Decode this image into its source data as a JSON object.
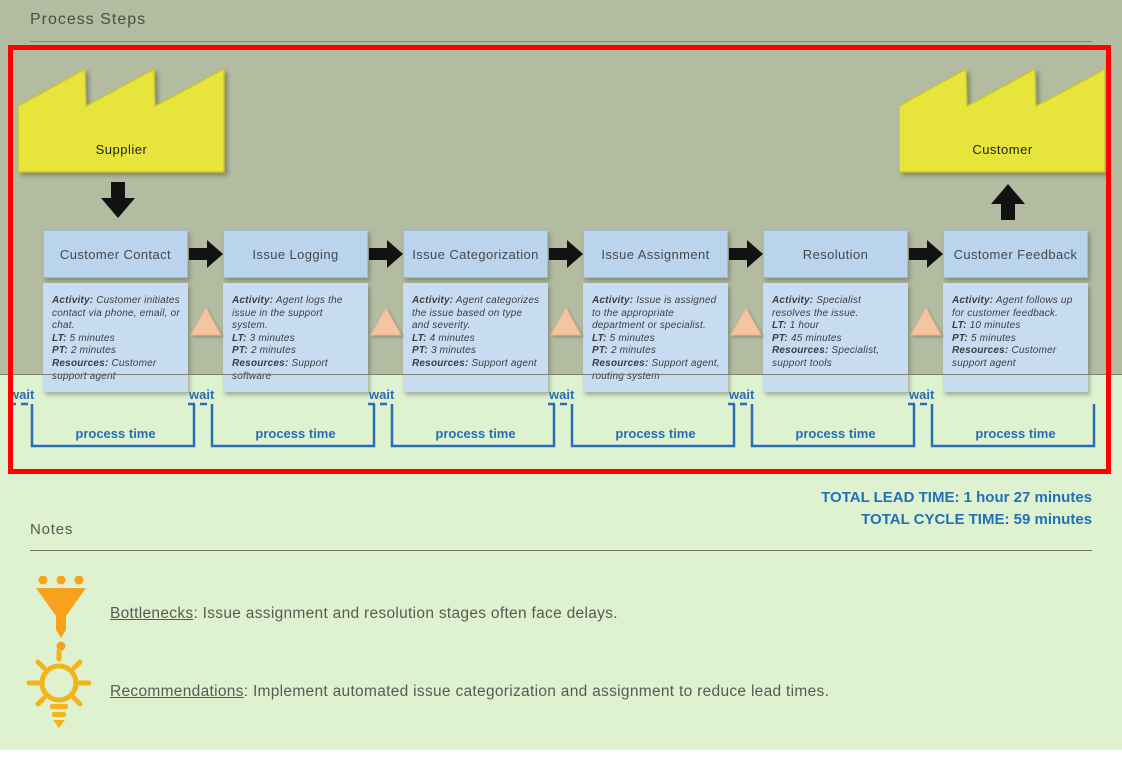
{
  "page": {
    "title": "Process Steps"
  },
  "colors": {
    "top_background": "#b3bca1",
    "bottom_background": "#def2d0",
    "frame_red": "#fe0202",
    "box_blue": "#bad4eb",
    "detail_blue": "#c7dbf1",
    "factory_yellow": "#e7e43b",
    "triangle_peach": "#f5c5a2",
    "timeline_blue": "#2a6db2",
    "totals_blue": "#2271b8",
    "icon_orange": "#f7a21d",
    "bulb_amber": "#f5b31b"
  },
  "supplier": {
    "label": "Supplier"
  },
  "customer": {
    "label": "Customer"
  },
  "field_labels": {
    "activity": "Activity:",
    "lt": "LT:",
    "pt": "PT:",
    "resources": "Resources:"
  },
  "steps": [
    {
      "name": "Customer Contact",
      "activity": "Customer initiates contact via phone, email, or chat.",
      "lt": "5 minutes",
      "pt": "2 minutes",
      "resources": "Customer support agent"
    },
    {
      "name": "Issue Logging",
      "activity": "Agent logs the issue in the support system.",
      "lt": "3 minutes",
      "pt": "2 minutes",
      "resources": "Support software"
    },
    {
      "name": "Issue Categorization",
      "activity": "Agent categorizes the issue based on type and severity.",
      "lt": "4 minutes",
      "pt": "3 minutes",
      "resources": "Support agent"
    },
    {
      "name": "Issue Assignment",
      "activity": "Issue is assigned to the appropriate department or specialist.",
      "lt": "5 minutes",
      "pt": "2 minutes",
      "resources": "Support agent, routing system"
    },
    {
      "name": "Resolution",
      "activity": "Specialist resolves the issue.",
      "lt": "1 hour",
      "pt": "45 minutes",
      "resources": "Specialist, support tools"
    },
    {
      "name": "Customer Feedback",
      "activity": "Agent follows up for customer feedback.",
      "lt": "10 minutes",
      "pt": "5 minutes",
      "resources": "Customer support agent"
    }
  ],
  "timeline": {
    "wait_label": "wait",
    "process_label": "process time"
  },
  "totals": {
    "lead_time": "TOTAL LEAD TIME: 1 hour 27 minutes",
    "cycle_time": "TOTAL CYCLE TIME: 59 minutes"
  },
  "notes": {
    "title": "Notes",
    "items": [
      {
        "icon": "funnel-icon",
        "label": "Bottlenecks",
        "text": ": Issue assignment and resolution stages often face delays."
      },
      {
        "icon": "lightbulb-icon",
        "label": "Recommendations",
        "text": ":  Implement automated issue categorization and assignment to reduce lead times."
      }
    ]
  }
}
